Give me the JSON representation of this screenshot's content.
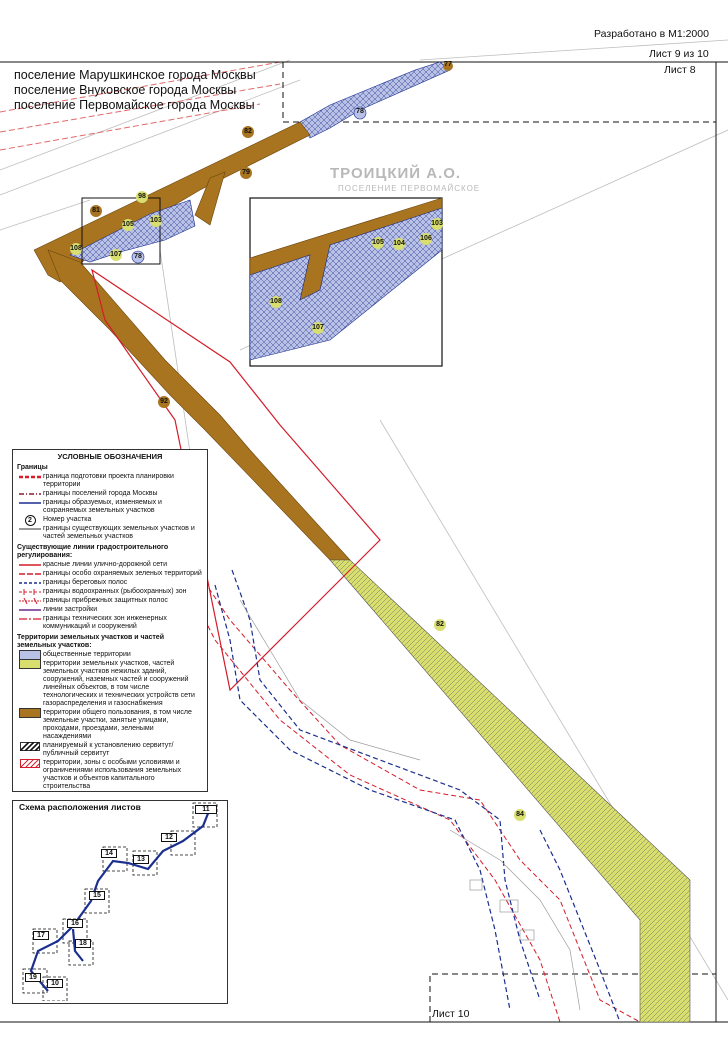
{
  "header": {
    "developed": "Разработано в  М1:2000",
    "sheet": "Лист 9 из 10",
    "sheet_prev": "Лист 8",
    "sheet_next": "Лист 10"
  },
  "settlements": [
    "поселение Марушкинское города Москвы",
    "поселение Внуковское города Москвы",
    "поселение Первомайское города Москвы"
  ],
  "map_labels": {
    "area_name": "ТРОИЦКИЙ А.О.",
    "area_sub": "ПОСЕЛЕНИЕ ПЕРВОМАЙСКОЕ"
  },
  "parcels": {
    "p77": "77",
    "p78a": "78",
    "p78b": "78",
    "p82a": "82",
    "p79": "79",
    "p98": "98",
    "p81": "81",
    "p105": "105",
    "p103": "103",
    "p108": "108",
    "p107": "107",
    "p92": "92",
    "p82b": "82",
    "p84": "84",
    "z108": "108",
    "z107": "107",
    "z105": "105",
    "z104": "104",
    "z106": "106",
    "z103": "103"
  },
  "legend": {
    "title": "УСЛОВНЫЕ ОБОЗНАЧЕНИЯ",
    "s1": "Границы",
    "b1": "граница подготовки проекта планировки территории",
    "b2": "границы поселений города Москвы",
    "b3": "границы образуемых, изменяемых и сохраняемых земельных участков",
    "b4_num": "2",
    "b4": "Номер участка",
    "b5": "границы существующих земельных участков и частей земельных участков",
    "s2": "Существующие линии градостроительного регулирования:",
    "r1": "красные линии улично-дорожной сети",
    "r2": "границы особо охраняемых зеленых территорий",
    "r3": "границы береговых полос",
    "r4": "границы водоохранных (рыбоохранных) зон",
    "r5": "границы прибрежных защитных полос",
    "r6": "линии застройки",
    "r7": "границы технических зон инженерных коммуникаций и сооружений",
    "s3": "Территории земельных участков и частей земельных участков:",
    "t1": "общественные территории",
    "t2": "территории земельных участков, частей земельных участков нежилых зданий, сооружений, наземных частей и сооружений линейных объектов, в том числе технологических и технических устройств сети газораспределения и газоснабжения",
    "t3": "территории общего пользования, в том числе земельные участки, занятые улицами, проходами, проездами, зелеными насаждениями",
    "t4": "планируемый к установлению сервитут/ публичный сервитут",
    "t5": "территории, зоны с особыми условиями и ограничениями использования земельных участков и объектов капитального строительства"
  },
  "scheme": {
    "title": "Схема расположения листов",
    "sheets": [
      "11",
      "12",
      "13",
      "14",
      "15",
      "16",
      "17",
      "18",
      "19",
      "10"
    ]
  },
  "colors": {
    "road_brown": "#a8741f",
    "new_yellow": "#d8df6e",
    "public_blue": "#b9c2e6",
    "red_line": "#d41c2a",
    "blue_dash": "#1b2f8f"
  }
}
